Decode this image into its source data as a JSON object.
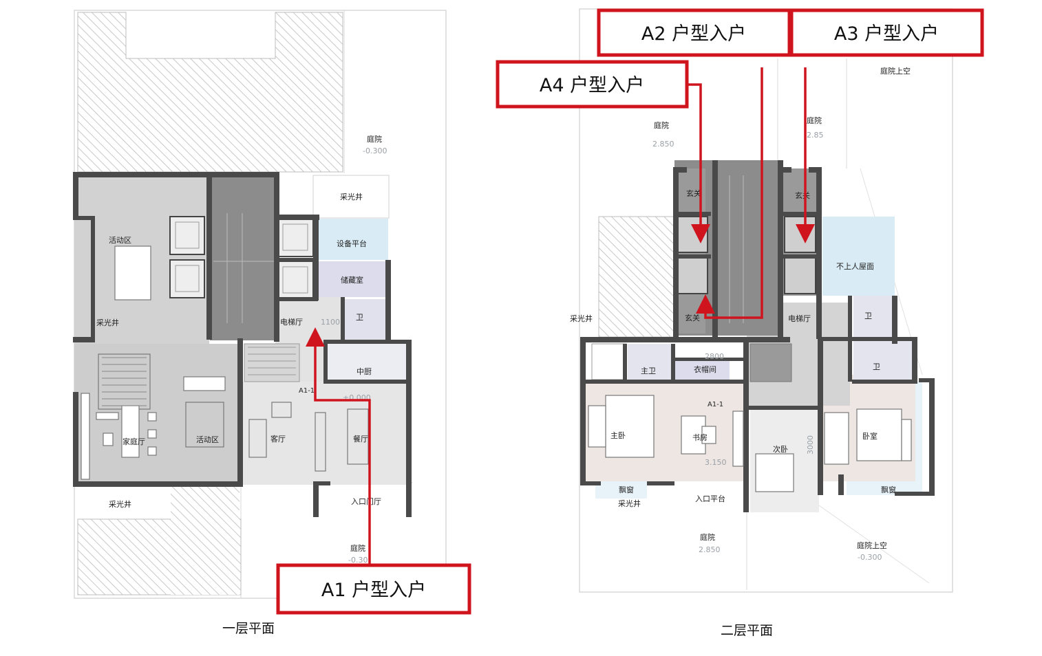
{
  "colors": {
    "accent_red": "#d0141e",
    "wall": "#4a4a4a",
    "stair_gray": "#8c8c8c",
    "room_gray": "#cfcfcf",
    "light_blue": "#d9ecf6",
    "lavender": "#dcdcec",
    "pink_beige": "#ede6e3"
  },
  "callouts": {
    "a1": "A1 户型入户",
    "a2": "A2 户型入户",
    "a3": "A3 户型入户",
    "a4": "A4 户型入户"
  },
  "floor1": {
    "caption": "一层平面",
    "rooms": {
      "courtyard_top": "庭院",
      "courtyard_top_elev": "-0.300",
      "lightwell_right": "采光井",
      "equipment": "设备平台",
      "activity_top": "活动区",
      "storage": "储藏室",
      "lightwell_left": "采光井",
      "elevator_hall": "电梯厅",
      "elevator_dim": "1100",
      "bath": "卫",
      "kitchen": "中厨",
      "unit_label": "A1-1",
      "elev_zero": "±0.000",
      "family_room": "家庭厅",
      "activity_mid": "活动区",
      "living": "客厅",
      "dining": "餐厅",
      "lightwell_bottom": "采光井",
      "entrance_hall": "入口门厅",
      "courtyard_bottom": "庭院",
      "courtyard_bottom_elev": "-0.30"
    }
  },
  "floor2": {
    "caption": "二层平面",
    "rooms": {
      "courtyard_left": "庭院",
      "courtyard_left_elev": "2.850",
      "courtyard_mid": "庭院",
      "courtyard_mid_elev": "2.85",
      "courtyard_void_top": "庭院上空",
      "foyer_top_left": "玄关",
      "foyer_top_right": "玄关",
      "roof": "不上人屋面",
      "lightwell": "采光井",
      "foyer_bottom": "玄关",
      "elevator_hall": "电梯厅",
      "bath_right": "卫",
      "master_bath": "主卫",
      "wardrobe": "衣帽间",
      "dim_2800": "2800",
      "bath_right2": "卫",
      "unit_label": "A1-1",
      "master_bed": "主卧",
      "study": "书房",
      "second_bed": "次卧",
      "dim_3000": "3000",
      "bedroom": "卧室",
      "elev_3150": "3.150",
      "bay_left": "飘窗",
      "lightwell_bottom": "采光井",
      "entry_platform": "入口平台",
      "bay_right": "飘窗",
      "courtyard_bottom": "庭院",
      "courtyard_bottom_elev": "2.850",
      "courtyard_void_bottom": "庭院上空",
      "courtyard_void_bottom_elev": "-0.300"
    }
  }
}
